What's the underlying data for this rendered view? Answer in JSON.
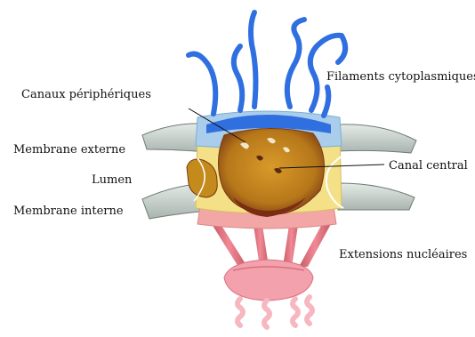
{
  "diagram": {
    "labels": {
      "filaments": "Filaments cytoplasmiques",
      "canaux": "Canaux périphériques",
      "membrane_externe": "Membrane externe",
      "canal_central": "Canal central",
      "lumen": "Lumen",
      "membrane_interne": "Membrane interne",
      "extensions": "Extensions nucléaires"
    },
    "colors": {
      "filaments": "#2f6fe0",
      "cap": "#a9cdea",
      "ring": "#f3e08a",
      "core": "#c58a1c",
      "core_dark": "#7a3a14",
      "membrane": "#c7d1cc",
      "membrane_edge": "#6f7a76",
      "lower_ring": "#f3a6a6",
      "basket": "#e77b84",
      "basket_light": "#f6b7c0",
      "leader": "#111111"
    }
  }
}
